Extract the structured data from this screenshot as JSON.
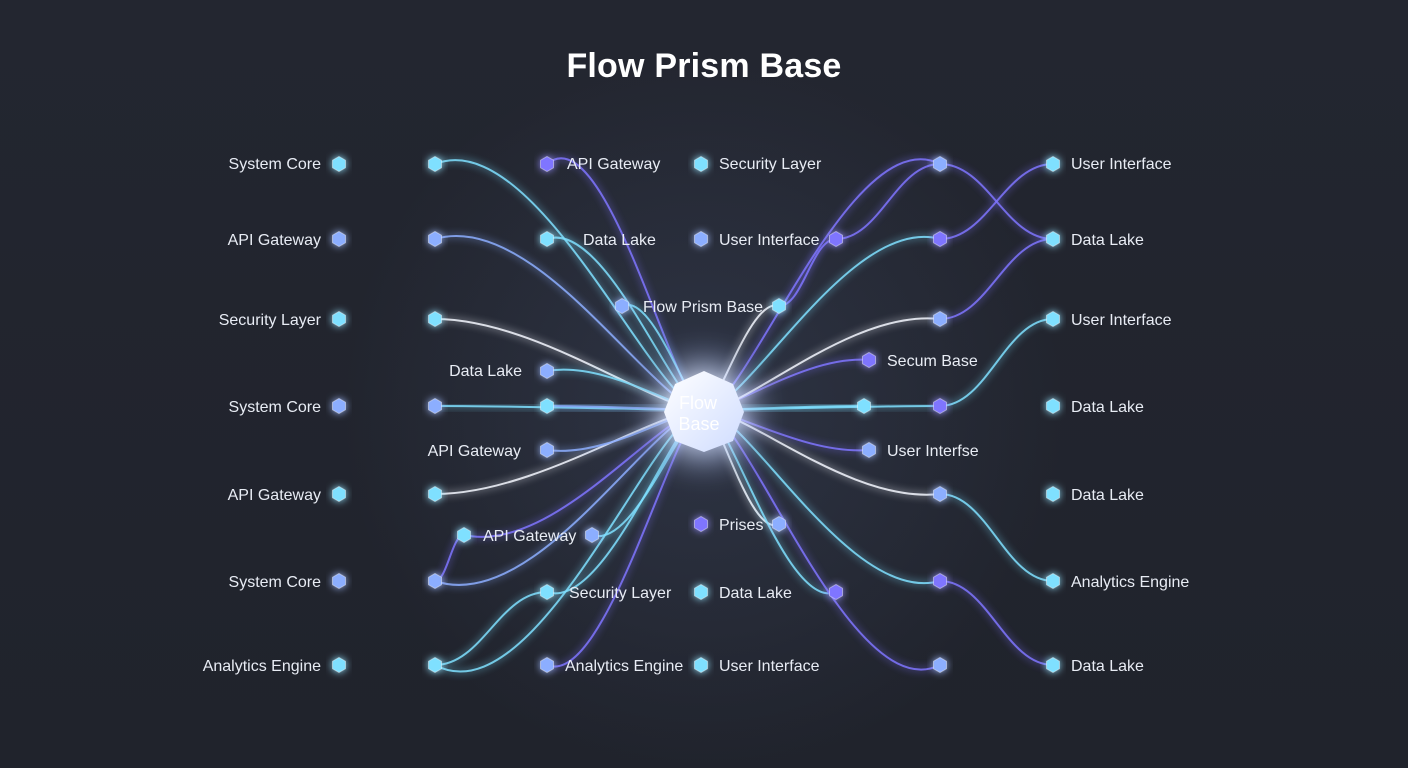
{
  "title": "Flow Prism Base",
  "hub": {
    "line1": "Flow",
    "line2": "Base"
  },
  "colors": {
    "background": "#22252f",
    "cyan": "#7fe0ff",
    "blue": "#8caeff",
    "violet": "#7f74ff",
    "white": "#f4f7ff"
  },
  "labels": {
    "l_system_core_1": "System Core",
    "l_api_gateway_1": "API Gateway",
    "l_security_layer_1": "Security Layer",
    "l_data_lake_1": "Data Lake",
    "l_system_core_2": "System Core",
    "l_api_gateway_2": "API Gateway",
    "l_api_gateway_3": "API Gateway",
    "l_api_gateway_4": "API Gateway",
    "l_system_core_3": "System Core",
    "l_analytics_engine_1": "Analytics Engine",
    "c_api_gateway_top": "API Gateway",
    "c_security_layer_top": "Security Layer",
    "c_data_lake_top": "Data Lake",
    "c_user_interface_top": "User Interface",
    "c_flow_prism_base": "Flow Prism Base",
    "c_secum_base": "Secum Base",
    "c_user_interfse": "User Interfse",
    "c_prises": "Prises",
    "c_security_layer_bottom": "Security Layer",
    "c_data_lake_bottom": "Data Lake",
    "c_analytics_engine_bottom": "Analytics Engine",
    "c_user_interface_bottom": "User Interface",
    "r_user_interface_1": "User Interface",
    "r_data_lake_1": "Data Lake",
    "r_user_interface_2": "User Interface",
    "r_data_lake_2": "Data Lake",
    "r_data_lake_3": "Data Lake",
    "r_analytics_engine": "Analytics Engine",
    "r_data_lake_4": "Data Lake"
  }
}
